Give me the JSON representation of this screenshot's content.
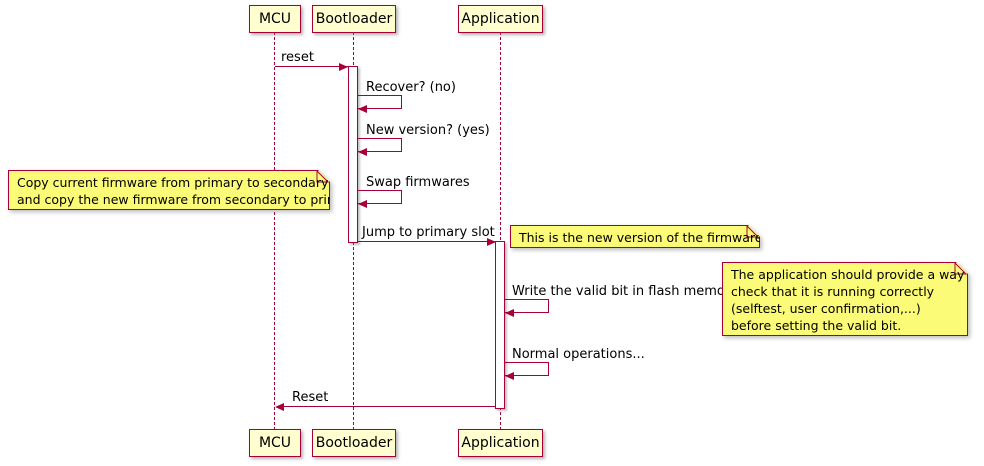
{
  "diagram": {
    "type": "sequence",
    "participants": [
      {
        "label": "MCU"
      },
      {
        "label": "Bootloader"
      },
      {
        "label": "Application"
      }
    ],
    "messages": [
      {
        "label": "reset",
        "from": "MCU",
        "to": "Bootloader"
      },
      {
        "label": "Recover? (no)",
        "from": "Bootloader",
        "to": "Bootloader"
      },
      {
        "label": "New version? (yes)",
        "from": "Bootloader",
        "to": "Bootloader"
      },
      {
        "label": "Swap firmwares",
        "from": "Bootloader",
        "to": "Bootloader"
      },
      {
        "label": "Jump to primary slot",
        "from": "Bootloader",
        "to": "Application"
      },
      {
        "label": "Write the valid bit in flash memory",
        "from": "Application",
        "to": "Application"
      },
      {
        "label": "Normal operations...",
        "from": "Application",
        "to": "Application"
      },
      {
        "label": "Reset",
        "from": "Application",
        "to": "MCU"
      }
    ],
    "notes": [
      {
        "text": "Copy current firmware from primary to secondary\nand copy the new firmware from secondary to primary",
        "position": "left of Bootloader"
      },
      {
        "text": "This is the new version of the firmware",
        "position": "right of Application"
      },
      {
        "text": "The application should provide a way to\ncheck that it is running correctly\n(selftest, user confirmation,...)\nbefore setting the valid bit.",
        "position": "right of Application"
      }
    ],
    "colors": {
      "border": "#A80036",
      "participant_bg": "#FEFECE",
      "note_bg": "#FBFB77",
      "background": "#FFFFFF"
    }
  }
}
